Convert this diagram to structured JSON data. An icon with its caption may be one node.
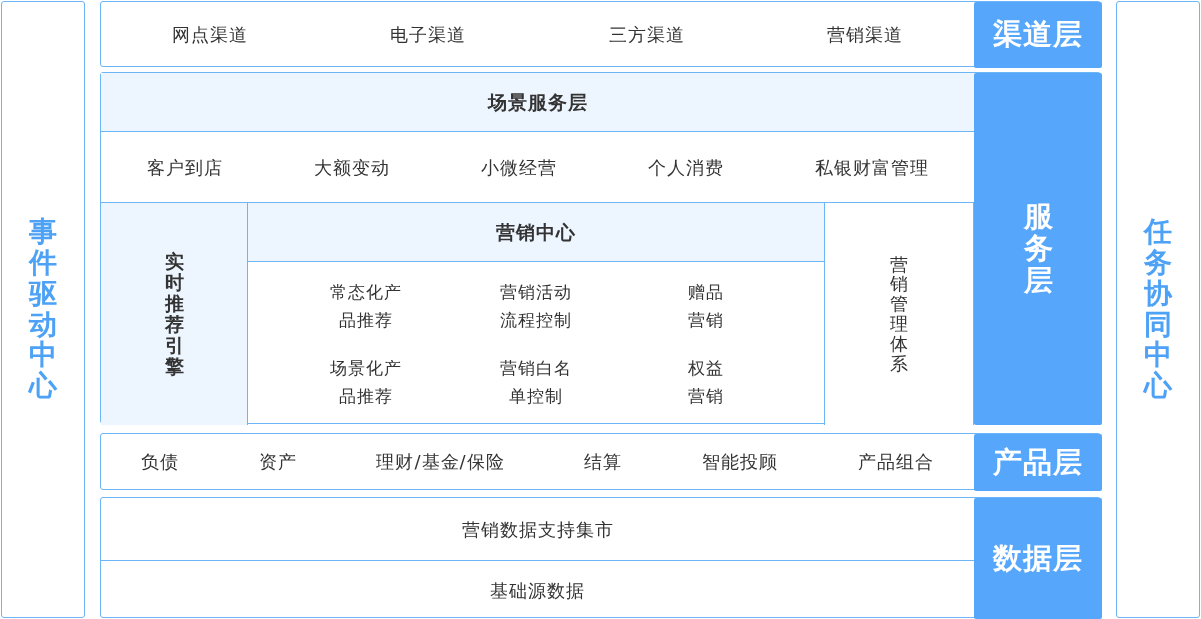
{
  "diagram": {
    "nodes": [
      {
        "text": [
          "事件驱动中心"
        ]
      },
      {
        "text": [
          "网点渠道",
          "电子渠道",
          "三方渠道",
          "营销渠道"
        ]
      },
      {
        "text": [
          "渠道层"
        ],
        "in": 1
      },
      {
        "text": [],
        "shape": "box"
      },
      {
        "text": [
          "场景服务层"
        ],
        "in": 3
      },
      {
        "text": [
          "客户到店",
          "大额变动",
          "小微经营",
          "个人消费",
          "私银财富管理"
        ],
        "in": 3
      },
      {
        "text": [
          "实时推荐引擎"
        ],
        "in": 3
      },
      {
        "text": [
          "营销中心"
        ],
        "in": 3
      },
      {
        "text": [
          "常态化产品推荐",
          "营销活动流程控制",
          "赠品营销",
          "场景化产品推荐",
          "营销白名单控制",
          "权益营销"
        ],
        "in": 7
      },
      {
        "text": [
          "营销管理体系"
        ],
        "in": 3
      },
      {
        "text": [
          "服务层"
        ],
        "in": 3
      },
      {
        "text": [
          "负债",
          "资产",
          "理财/基金/保险",
          "结算",
          "智能投顾",
          "产品组合"
        ]
      },
      {
        "text": [
          "产品层"
        ],
        "in": 11
      },
      {
        "text": [],
        "shape": "box"
      },
      {
        "text": [
          "营销数据支持集市"
        ],
        "in": 13
      },
      {
        "text": [
          "基础源数据"
        ],
        "in": 13
      },
      {
        "text": [
          "数据层"
        ],
        "in": 13
      },
      {
        "text": [
          "任务协同中心"
        ]
      }
    ]
  }
}
